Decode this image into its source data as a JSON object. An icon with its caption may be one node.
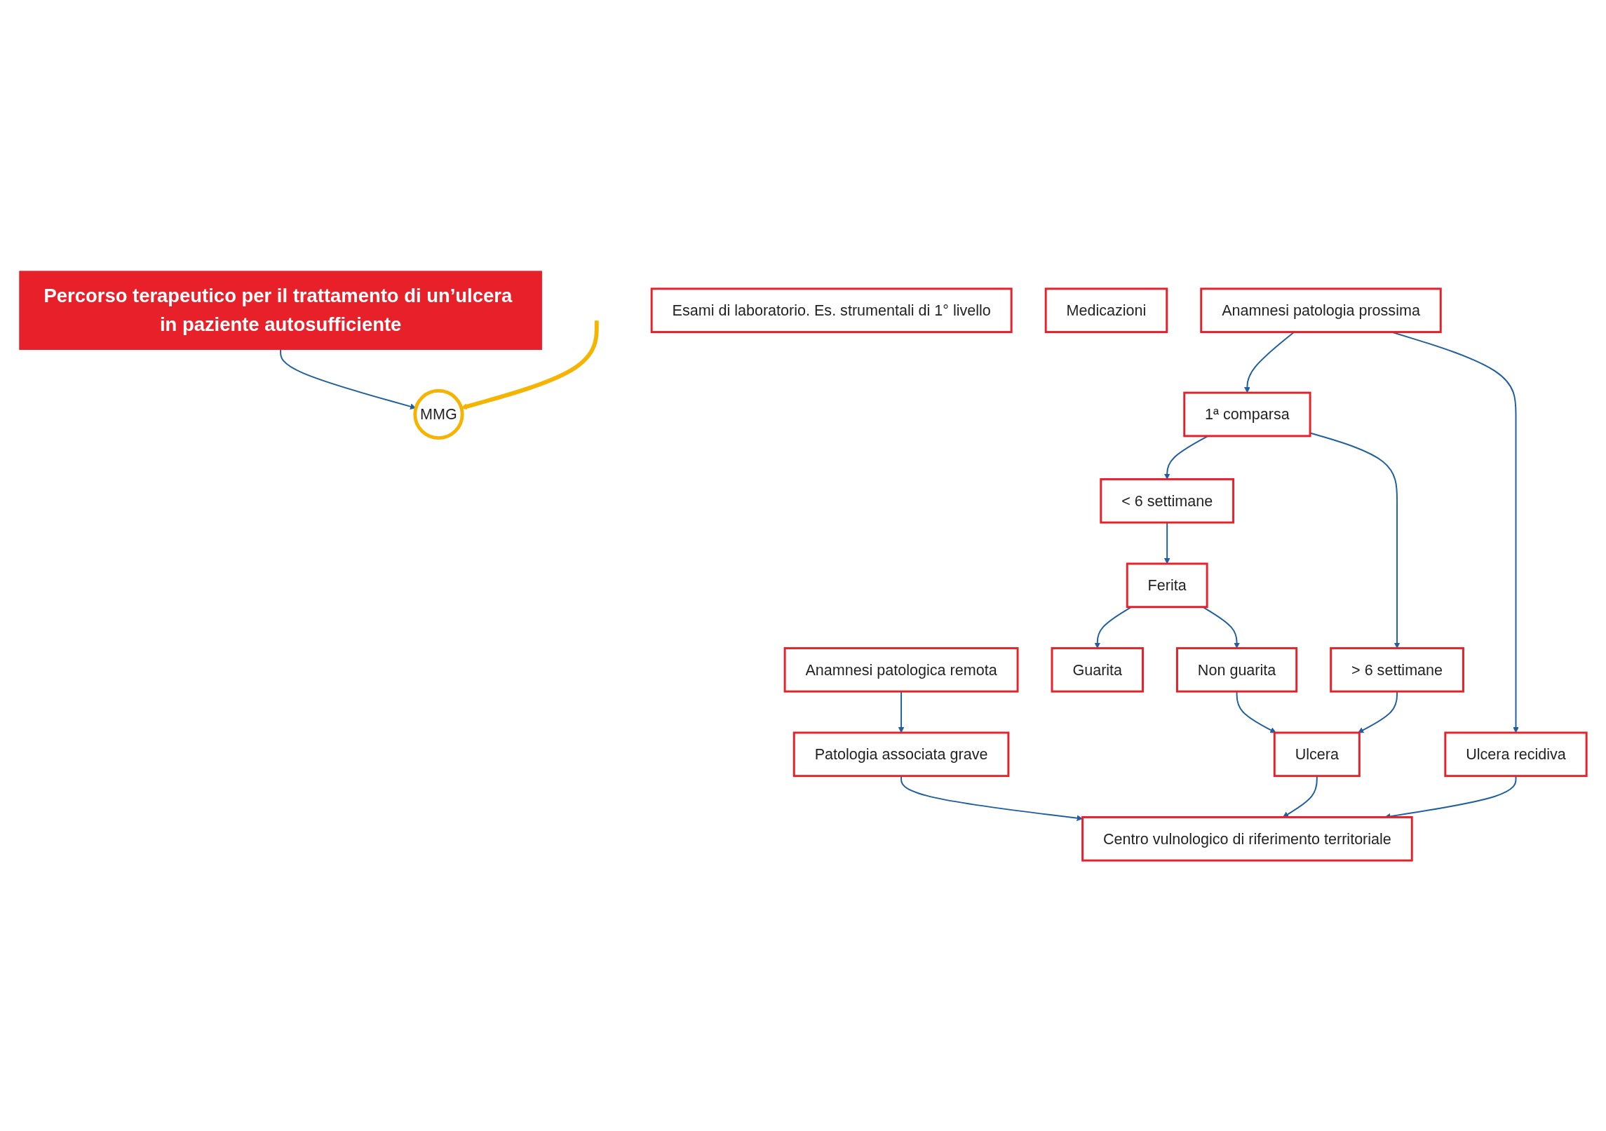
{
  "diagram": {
    "nodes": [
      {
        "text": [
          "Percorso terapeutico per il trattamento di un’ulcera in paziente autosufficiente"
        ]
      },
      {
        "text": [
          "MMG"
        ]
      },
      {
        "text": [
          "Anamnesi patologica remota"
        ]
      },
      {
        "text": [
          "Anamnesi patologia prossima"
        ]
      },
      {
        "text": [
          "Patologia associata grave"
        ]
      },
      {
        "text": [
          "1ª comparsa"
        ]
      },
      {
        "text": [
          "Ulcera recidiva"
        ]
      },
      {
        "text": [
          "< 6 settimane"
        ]
      },
      {
        "text": [
          "> 6 settimane"
        ]
      },
      {
        "text": [
          "Ferita"
        ]
      },
      {
        "text": [
          "Esami di laboratorio. Es. strumentali di 1° livello"
        ]
      },
      {
        "text": [
          "Medicazioni"
        ]
      },
      {
        "text": [
          "Guarita"
        ]
      },
      {
        "text": [
          "Non guarita"
        ]
      },
      {
        "text": [
          "Ulcera"
        ]
      },
      {
        "text": [
          "Centro vulnologico di riferimento territoriale"
        ]
      }
    ],
    "edges": [
      {
        "from": 0,
        "to": 1,
        "arrow": "to"
      },
      {
        "from": null,
        "to": 1,
        "arrow": "to",
        "style": "thick",
        "color": "#f5b400"
      },
      {
        "from": 2,
        "to": 4,
        "arrow": "to"
      },
      {
        "from": 3,
        "to": 5,
        "arrow": "to"
      },
      {
        "from": 3,
        "to": 6,
        "arrow": "to"
      },
      {
        "from": 4,
        "to": 15,
        "arrow": "to"
      },
      {
        "from": 5,
        "to": 7,
        "arrow": "to"
      },
      {
        "from": 5,
        "to": 8,
        "arrow": "to"
      },
      {
        "from": 6,
        "to": 15,
        "arrow": "to"
      },
      {
        "from": 7,
        "to": 9,
        "arrow": "to"
      },
      {
        "from": 8,
        "to": 14,
        "arrow": "to"
      },
      {
        "from": 9,
        "to": 12,
        "arrow": "to"
      },
      {
        "from": 9,
        "to": 13,
        "arrow": "to"
      },
      {
        "from": 13,
        "to": 14,
        "arrow": "to"
      },
      {
        "from": 14,
        "to": 15,
        "arrow": "to"
      }
    ]
  }
}
